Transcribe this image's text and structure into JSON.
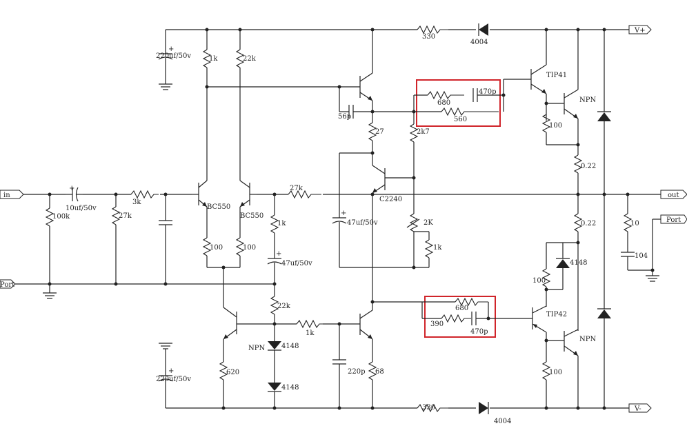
{
  "labels": {
    "c220_top": "220uf/50v",
    "r1k_top": "1k",
    "r22k_top": "22k",
    "r330_top": "330",
    "d4004_top": "4004",
    "vplus": "V+",
    "tip41": "TIP41",
    "npn_top": "NPN",
    "r680_top": "680",
    "c470p_top": "470p",
    "r560": "560",
    "c56p": "56p",
    "r27_vas": "27",
    "r2k7": "2k7",
    "r100_top": "100",
    "r022_top": "0.22",
    "in": "in",
    "c10uf": "10uf/50v",
    "r3k": "3k",
    "r100k": "100k",
    "r27k_in": "27k",
    "bc550_l": "BC550",
    "bc550_r": "BC550",
    "r27k_fb": "27k",
    "c2240": "C2240",
    "out": "out",
    "r1k_mid": "1k",
    "c47uf_l": "47uf/50v",
    "r2K": "2K",
    "r1k_pot": "1k",
    "r022_bot": "0.22",
    "r10": "10",
    "port_right": "Port",
    "c104": "104",
    "c47uf_r": "47uf/50v",
    "r100_ltp_l": "100",
    "r100_ltp_r": "100",
    "port_left": "Port",
    "d4148_top": "4148",
    "r100_bias": "100",
    "r22k_bot": "22k",
    "r680_bot": "680",
    "r390": "390",
    "c470p_bot": "470p",
    "tip42": "TIP42",
    "npn_bot_l": "NPN",
    "d4148_a": "4148",
    "r1k_bot": "1k",
    "npn_bot_r": "NPN",
    "c220_bot": "220uf/50v",
    "r620": "620",
    "c220p": "220p",
    "r68": "68",
    "d4148_b": "4148",
    "r100_bot": "100",
    "r330_bot": "330",
    "d4004_bot": "4004",
    "vminus": "V-"
  }
}
